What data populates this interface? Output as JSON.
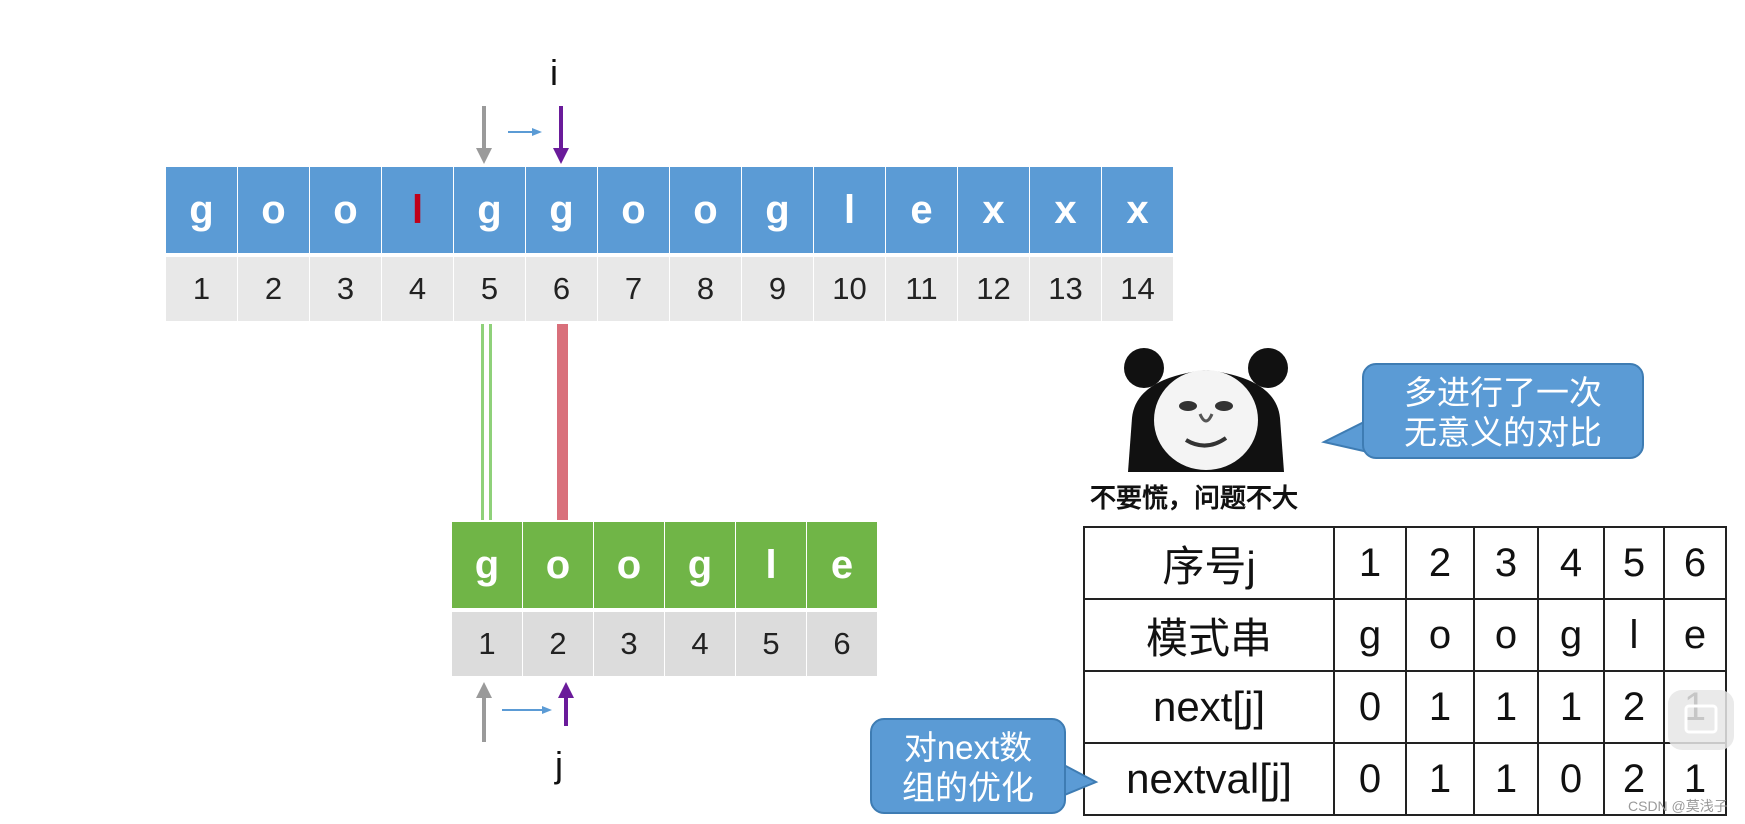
{
  "main_string": {
    "chars": [
      "g",
      "o",
      "o",
      "l",
      "g",
      "g",
      "o",
      "o",
      "g",
      "l",
      "e",
      "x",
      "x",
      "x"
    ],
    "indices": [
      "1",
      "2",
      "3",
      "4",
      "5",
      "6",
      "7",
      "8",
      "9",
      "10",
      "11",
      "12",
      "13",
      "14"
    ]
  },
  "pattern": {
    "chars": [
      "g",
      "o",
      "o",
      "g",
      "l",
      "e"
    ],
    "indices": [
      "1",
      "2",
      "3",
      "4",
      "5",
      "6"
    ]
  },
  "pointers": {
    "i_label": "i",
    "j_label": "j"
  },
  "meme": {
    "caption": "不要慌，问题不大"
  },
  "bubble_top": {
    "line1": "多进行了一次",
    "line2": "无意义的对比"
  },
  "bubble_bottom": {
    "line1": "对next数",
    "line2": "组的优化"
  },
  "next_table": {
    "header_row": {
      "label": "序号j",
      "values": [
        "1",
        "2",
        "3",
        "4",
        "5",
        "6"
      ]
    },
    "pattern_row": {
      "label": "模式串",
      "values": [
        "g",
        "o",
        "o",
        "g",
        "l",
        "e"
      ]
    },
    "next_row": {
      "label": "next[j]",
      "values": [
        "0",
        "1",
        "1",
        "1",
        "2",
        "1"
      ]
    },
    "nextval_row": {
      "label": "nextval[j]",
      "values": [
        "0",
        "1",
        "1",
        "0",
        "2",
        "1"
      ]
    }
  },
  "watermark": "CSDN @莫浅子",
  "colors": {
    "main_cell": "#5b9bd5",
    "pattern_cell": "#70b547",
    "highlight_red": "#c0001a",
    "pointer_purple": "#6a1b9a"
  }
}
